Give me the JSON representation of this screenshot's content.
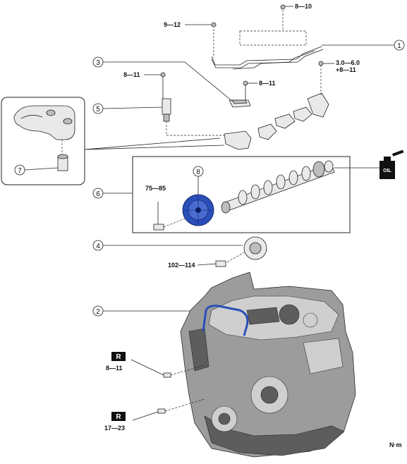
{
  "callouts": [
    {
      "id": "1",
      "name": "callout-1"
    },
    {
      "id": "2",
      "name": "callout-2"
    },
    {
      "id": "3",
      "name": "callout-3"
    },
    {
      "id": "4",
      "name": "callout-4"
    },
    {
      "id": "5",
      "name": "callout-5"
    },
    {
      "id": "6",
      "name": "callout-6"
    },
    {
      "id": "7",
      "name": "callout-7"
    },
    {
      "id": "8",
      "name": "callout-8"
    }
  ],
  "torques": {
    "t_8_10": "8—10",
    "t_9_12": "9—12",
    "t_8_11_vvt": "8—11",
    "t_8_11_cap": "8—11",
    "t_3_6_line1": "3.0—6.0",
    "t_3_6_line2": "+8—11",
    "t_75_85": "75—85",
    "t_102_114": "102—114",
    "t_8_11_r": "8—11",
    "t_17_23_r": "17—23"
  },
  "badges": {
    "r1": "R",
    "r2": "R"
  },
  "oil_label": "OIL",
  "unit": "N·m",
  "colors": {
    "highlight": "#2b4fb8",
    "badge": "#111111"
  }
}
